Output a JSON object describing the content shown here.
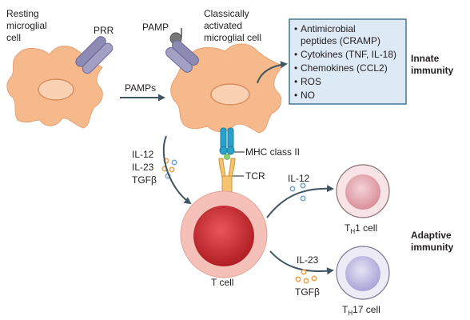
{
  "labels": {
    "resting_cell": [
      "Resting",
      "microglial",
      "cell"
    ],
    "prr": "PRR",
    "pamp": "PAMP",
    "activated_cell": [
      "Classically",
      "activated",
      "microglial cell"
    ],
    "pamps_arrow": "PAMPs",
    "innate_immunity": [
      "Innate",
      "immunity"
    ],
    "adaptive_immunity": [
      "Adaptive",
      "immunity"
    ],
    "cytokines_left": [
      "IL-12",
      "IL-23",
      "TGFβ"
    ],
    "mhc": "MHC class II",
    "tcr": "TCR",
    "t_cell": "T cell",
    "il12_right": "IL-12",
    "il23_right": "IL-23",
    "tgfb_right": "TGFβ",
    "th1": {
      "prefix": "T",
      "sub": "H",
      "suffix": "1 cell"
    },
    "th17": {
      "prefix": "T",
      "sub": "H",
      "suffix": "17 cell"
    }
  },
  "innate_outputs": [
    "Antimicrobial",
    "peptides (CRAMP)",
    "Cytokines (TNF, IL-18)",
    "Chemokines (CCL2)",
    "ROS",
    "NO"
  ],
  "colors": {
    "microglia_fill": "#f6b98c",
    "microglia_nucleus": "#f9d2b3",
    "receptor": "#8d8ab4",
    "box_fill": "#dde9f4",
    "box_border": "#3a6c8f",
    "arrow": "#3f5561",
    "tcell_outer": "#f4c0b7",
    "tcell_inner": "#c9262c",
    "th1_inner": "#e9b4bb",
    "th17_inner": "#c2bee0",
    "mhc": "#29a2c9",
    "tcr": "#f5c470",
    "dot_orange": "#f2a24a",
    "dot_blue": "#7aa6cc"
  }
}
